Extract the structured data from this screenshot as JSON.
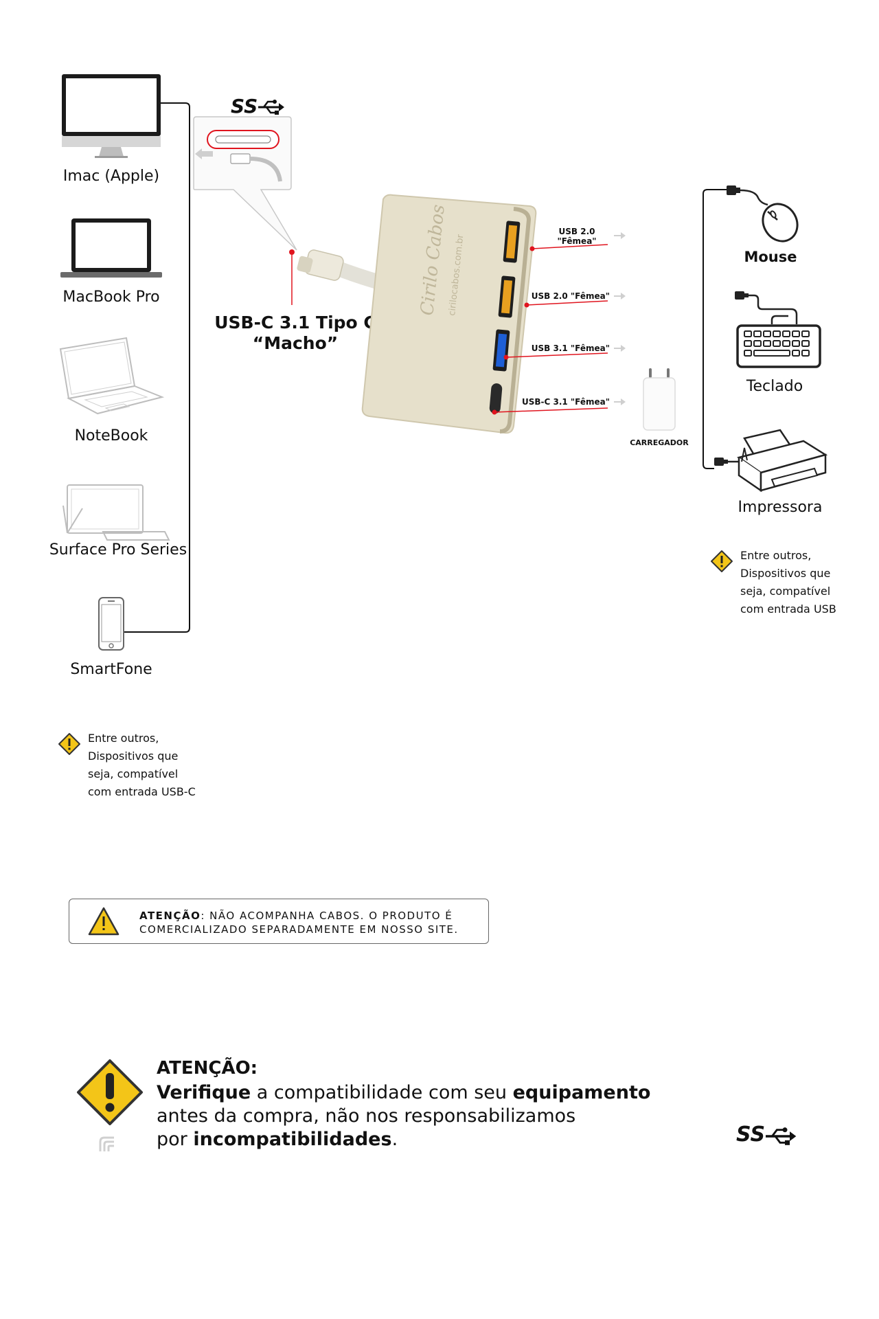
{
  "left_devices": [
    {
      "label": "Imac (Apple)",
      "icon": "imac-icon"
    },
    {
      "label": "MacBook Pro",
      "icon": "macbook-icon"
    },
    {
      "label": "NoteBook",
      "icon": "notebook-icon"
    },
    {
      "label": "Surface Pro Series",
      "icon": "surface-icon"
    },
    {
      "label": "SmartFone",
      "icon": "smartphone-icon"
    }
  ],
  "connector": {
    "logo_text": "SS",
    "male_line1": "USB-C 3.1 Tipo C",
    "male_line2": "“Macho”"
  },
  "hub": {
    "brand_text": "Cirilo Cabos",
    "site_text": "cirilocabos.com.br",
    "ports": [
      {
        "label_line1": "USB 2.0",
        "label_line2": "\"Fêmea\"",
        "color": "#e8a020"
      },
      {
        "label_line1": "USB 2.0 \"Fêmea\"",
        "label_line2": "",
        "color": "#e8a020"
      },
      {
        "label_line1": "USB 3.1 \"Fêmea\"",
        "label_line2": "",
        "color": "#1e5fd6"
      },
      {
        "label_line1": "USB-C 3.1 \"Fêmea\"",
        "label_line2": "",
        "color": "#222222"
      }
    ]
  },
  "charger_label": "CARREGADOR",
  "right_devices": [
    {
      "label": "Mouse",
      "icon": "mouse-icon"
    },
    {
      "label": "Teclado",
      "icon": "keyboard-icon"
    },
    {
      "label": "Impressora",
      "icon": "printer-icon"
    }
  ],
  "right_note": [
    "Entre outros,",
    "Dispositivos que",
    "seja, compatível",
    "com entrada  USB"
  ],
  "left_note": [
    "Entre outros,",
    "Dispositivos que",
    "seja, compatível",
    "com entrada  USB-C"
  ],
  "warning_box": {
    "bold": "ATENÇÃO",
    "line1_rest": ": NÃO ACOMPANHA CABOS. O PRODUTO É",
    "line2": "COMERCIALIZADO SEPARADAMENTE EM NOSSO SITE."
  },
  "bottom_warning": {
    "title": "ATENÇÃO:",
    "l1_bold1": "Verifique",
    "l1_mid": " a compatibilidade com seu ",
    "l1_bold2": "equipamento",
    "l2": "antes da compra, não nos responsabilizamos",
    "l3_pre": "por ",
    "l3_bold": "incompatibilidades",
    "l3_end": "."
  },
  "footer_logo_text": "SS",
  "colors": {
    "accent_red": "#e0141e",
    "warning_yellow": "#f3c518",
    "hub_silver": "#e3ddc7"
  }
}
